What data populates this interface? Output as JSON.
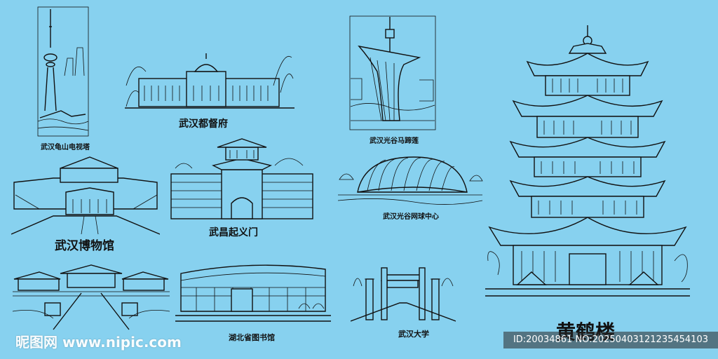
{
  "landmarks": {
    "guishan_tower": "武汉龟山电视塔",
    "dudu_fu": "武汉都督府",
    "horseshoe_lotus": "武汉光谷马蹄莲",
    "museum": "武汉博物馆",
    "qiyi_gate": "武昌起义门",
    "tennis_center": "武汉光谷网球中心",
    "hubei_museum_left": "",
    "library": "湖北省图书馆",
    "whu": "武汉大学",
    "yellow_crane_tower": "黄鹤楼"
  },
  "watermark": {
    "left_text": "昵图网 www.nipic.com",
    "right_text": "ID:20034861 NO:20250403121235454103"
  },
  "colors": {
    "background": "#87d1ef",
    "line": "#111111"
  }
}
